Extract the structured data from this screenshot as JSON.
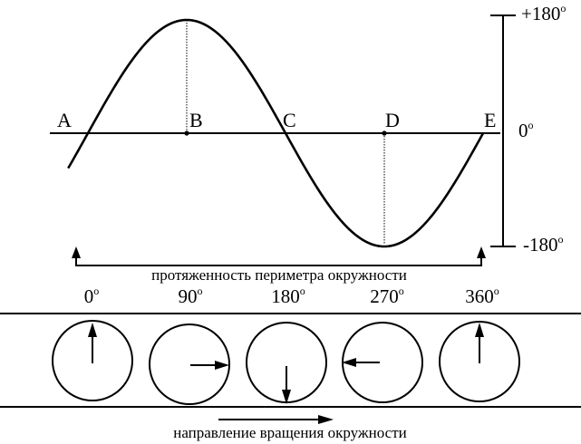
{
  "points": [
    "A",
    "B",
    "C",
    "D",
    "E"
  ],
  "scale": {
    "top": "+180",
    "zero": "0",
    "bottom": "-180",
    "degree_mark": "o"
  },
  "perimeter_caption": "протяженность периметра окружности",
  "angles": [
    "0",
    "90",
    "180",
    "270",
    "360"
  ],
  "rotation_caption": "направление вращения окружности",
  "colors": {
    "ink": "#000000",
    "background": "#ffffff"
  }
}
